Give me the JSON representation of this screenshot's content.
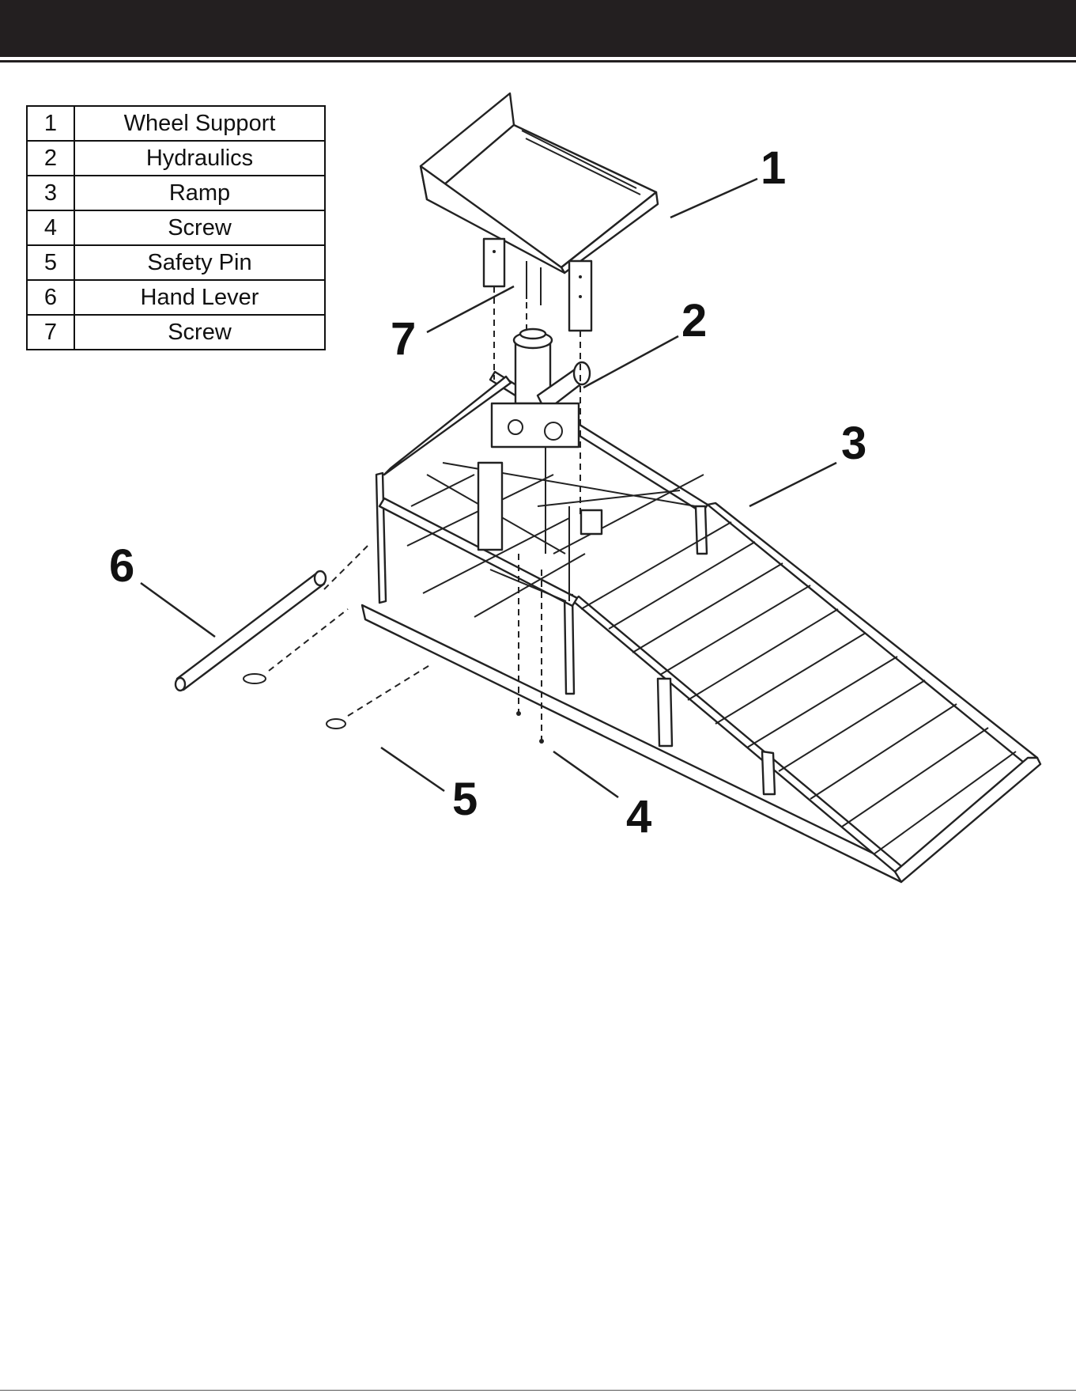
{
  "parts_table": {
    "rows": [
      {
        "number": "1",
        "name": "Wheel Support"
      },
      {
        "number": "2",
        "name": "Hydraulics"
      },
      {
        "number": "3",
        "name": "Ramp"
      },
      {
        "number": "4",
        "name": "Screw"
      },
      {
        "number": "5",
        "name": "Safety Pin"
      },
      {
        "number": "6",
        "name": "Hand Lever"
      },
      {
        "number": "7",
        "name": "Screw"
      }
    ]
  },
  "callouts": [
    "1",
    "2",
    "3",
    "4",
    "5",
    "6",
    "7"
  ],
  "colors": {
    "header_bar": "#231f20",
    "line": "#222222",
    "background": "#ffffff"
  }
}
